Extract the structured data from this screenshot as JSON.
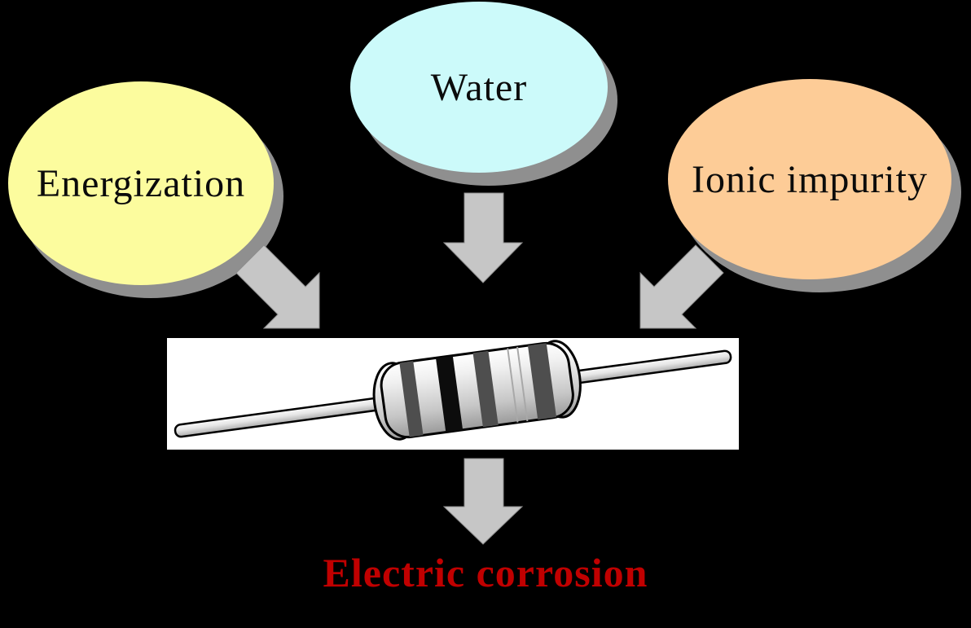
{
  "diagram": {
    "causes": [
      {
        "label": "Energization",
        "fill": "#FCFC9E"
      },
      {
        "label": "Water",
        "fill": "#CCFAFA"
      },
      {
        "label": "Ionic impurity",
        "fill": "#FDCC97"
      }
    ],
    "component": {
      "icon": "resistor-icon"
    },
    "result": {
      "label": "Electric corrosion",
      "color": "#C00000"
    },
    "colors": {
      "background": "#000000",
      "arrow": "#C6C6C6",
      "arrow_edge": "#8D8D8D",
      "shadow": "#8F8F8F",
      "panel": "#FFFFFF",
      "label_text": "#0B0B0B"
    }
  }
}
